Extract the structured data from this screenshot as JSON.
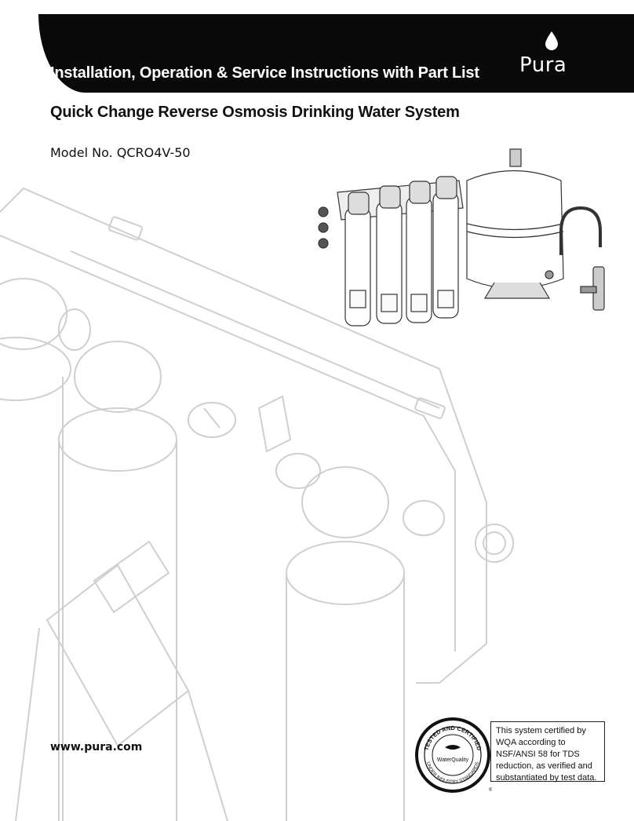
{
  "header": {
    "title": "Installation, Operation & Service Instructions with Part List",
    "brand": "Pura"
  },
  "product": {
    "title": "Quick Change Reverse Osmosis Drinking Water System",
    "model": "Model No. QCRO4V-50"
  },
  "footer": {
    "website": "www.pura.com",
    "certification": "This system certified by WQA according to NSF/ANSI 58 for TDS reduction, as verified and substantiated by test data.",
    "seal_text_top": "TESTED AND CERTIFIED",
    "seal_text_bottom": "UNDER INDUSTRY STANDARDS",
    "seal_center": "WaterQuality"
  },
  "colors": {
    "banner": "#0a0a0a",
    "text": "#111111",
    "line_art": "#cfcfcf"
  }
}
